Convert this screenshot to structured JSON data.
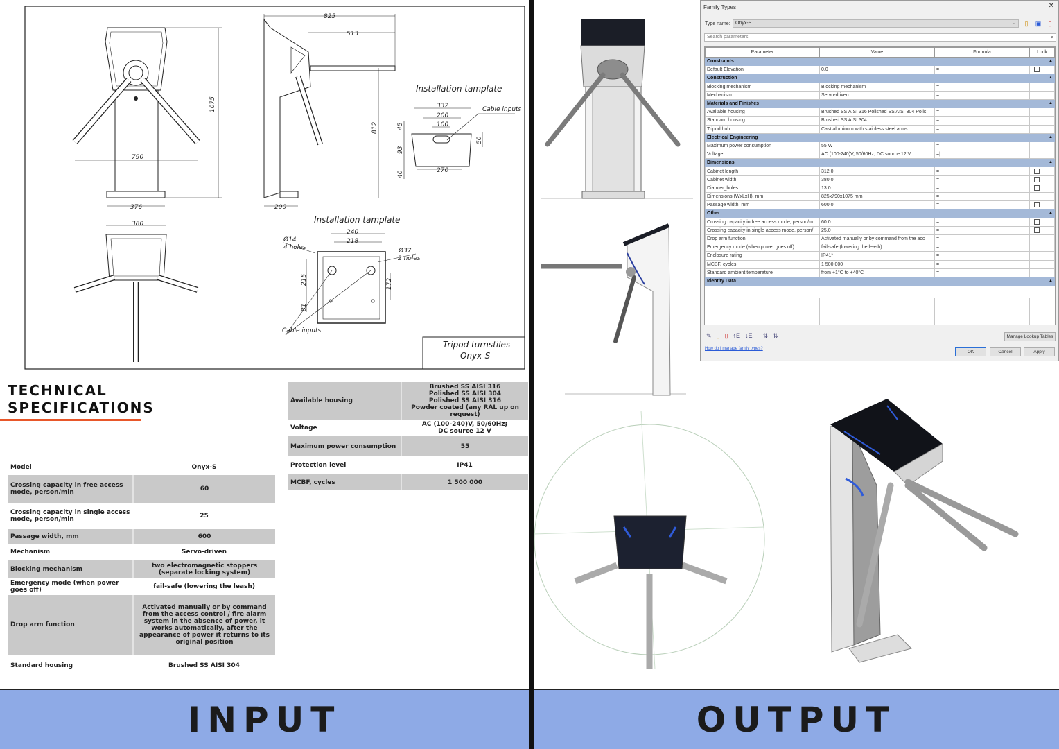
{
  "drawing": {
    "dims": {
      "d825": "825",
      "d513": "513",
      "d1075": "1075",
      "d812": "812",
      "d790": "790",
      "d376": "376",
      "d200": "200",
      "d380": "380"
    },
    "template1": {
      "title": "Installation tamplate",
      "d332": "332",
      "d200": "200",
      "d100": "100",
      "d45": "45",
      "d93": "93",
      "d40": "40",
      "d50": "50",
      "d270": "270",
      "cable": "Cable inputs"
    },
    "template2": {
      "title": "Installation tamplate",
      "d240": "240",
      "d218": "218",
      "hole14": "Ø14",
      "holes4": "4 holes",
      "hole37": "Ø37",
      "holes2": "2 holes",
      "d215": "215",
      "d172": "172",
      "d81": "81",
      "cable": "Cable inputs"
    },
    "titleblock": {
      "line1": "Tripod turnstiles",
      "line2": "Onyx-S"
    }
  },
  "specs": {
    "title_line1": "TECHNICAL",
    "title_line2": "SPECIFICATIONS",
    "accent": "#e8572a",
    "left_table": [
      {
        "k": "Model",
        "v": "Onyx-S"
      },
      {
        "k": "Crossing capacity in free access mode, person/min",
        "v": "60"
      },
      {
        "k": "Crossing capacity in single access mode, person/min",
        "v": "25"
      },
      {
        "k": "Passage width, mm",
        "v": "600"
      },
      {
        "k": "Mechanism",
        "v": "Servo-driven"
      },
      {
        "k": "Blocking mechanism",
        "v": "two electromagnetic stoppers (separate locking system)"
      },
      {
        "k": "Emergency mode (when power goes off)",
        "v": "fail-safe (lowering the leash)"
      },
      {
        "k": "Drop arm function",
        "v": "Activated manually or by command from the access control / fire alarm system in the absence of power, it works automatically, after the appearance of power it returns to its original position"
      },
      {
        "k": "Standard housing",
        "v": "Brushed SS AISI 304"
      }
    ],
    "right_table": [
      {
        "k": "Available housing",
        "v": "Brushed SS AISI 316\nPolished SS AISI 304\nPolished SS AISI 316\nPowder coated (any RAL up on request)"
      },
      {
        "k": "Voltage",
        "v": "AC (100-240)V, 50/60Hz;\nDC source 12 V"
      },
      {
        "k": "Maximum power consumption",
        "v": "55"
      },
      {
        "k": "Protection level",
        "v": "IP41"
      },
      {
        "k": "MCBF, cycles",
        "v": "1 500 000"
      }
    ]
  },
  "banners": {
    "input": "INPUT",
    "output": "OUTPUT",
    "color": "#8eaae6"
  },
  "dialog": {
    "title": "Family Types",
    "close": "✕",
    "type_name_label": "Type name:",
    "type_name_value": "Onyx-S",
    "search_placeholder": "Search parameters",
    "columns": [
      "Parameter",
      "Value",
      "Formula",
      "Lock"
    ],
    "groups": [
      {
        "name": "Constraints",
        "rows": [
          {
            "p": "Default Elevation",
            "v": "0.0",
            "f": "=",
            "lock": true
          }
        ]
      },
      {
        "name": "Construction",
        "rows": [
          {
            "p": "Blocking mechanism",
            "v": "Blocking mechanism",
            "f": "="
          },
          {
            "p": "Mechanism",
            "v": "Servo-driven",
            "f": "="
          }
        ]
      },
      {
        "name": "Materials and Finishes",
        "rows": [
          {
            "p": "Available housing",
            "v": "Brushed SS AISI 316 Polished SS AISI 304 Polis",
            "f": "="
          },
          {
            "p": "Standard housing",
            "v": "Brushed SS AISI 304",
            "f": "="
          },
          {
            "p": "Tripod hub",
            "v": "Cast aluminum with stainless steel arms",
            "f": "="
          }
        ]
      },
      {
        "name": "Electrical Engineering",
        "rows": [
          {
            "p": "Maximum power consumption",
            "v": "55 W",
            "f": "="
          },
          {
            "p": "Voltage",
            "v": "AC (100-240)V, 50/60Hz; DC source 12 V",
            "f": "=|"
          }
        ]
      },
      {
        "name": "Dimensions",
        "rows": [
          {
            "p": "Cabinet length",
            "v": "312.0",
            "f": "=",
            "lock": true
          },
          {
            "p": "Cabinet width",
            "v": "380.0",
            "f": "=",
            "lock": true
          },
          {
            "p": "Diamter_holes",
            "v": "13.0",
            "f": "=",
            "lock": true
          },
          {
            "p": "Dimensions (WxLxH), mm",
            "v": "825x790x1075 mm",
            "f": "="
          },
          {
            "p": "Passage width, mm",
            "v": "600.0",
            "f": "=",
            "lock": true
          }
        ]
      },
      {
        "name": "Other",
        "rows": [
          {
            "p": "Crossing capacity in free access mode, person/m",
            "v": "60.0",
            "f": "=",
            "lock": true
          },
          {
            "p": "Crossing capacity in single access mode, person/",
            "v": "25.0",
            "f": "=",
            "lock": true
          },
          {
            "p": "Drop arm function",
            "v": "Activated manually or by command from the acc",
            "f": "="
          },
          {
            "p": "Emergency mode (when power goes off)",
            "v": "fail-safe (lowering the leash)",
            "f": "="
          },
          {
            "p": "Enclosure rating",
            "v": "IP41*",
            "f": "="
          },
          {
            "p": "MCBF, cycles",
            "v": "1 500 000",
            "f": "="
          },
          {
            "p": "Standard ambient temperature",
            "v": "from +1°C to +40°C",
            "f": "="
          }
        ]
      },
      {
        "name": "Identity Data",
        "rows": []
      }
    ],
    "manage_lookup": "Manage Lookup Tables",
    "help_link": "How do I manage family types?",
    "ok": "OK",
    "cancel": "Cancel",
    "apply": "Apply",
    "group_header_color": "#a4b9d8"
  }
}
